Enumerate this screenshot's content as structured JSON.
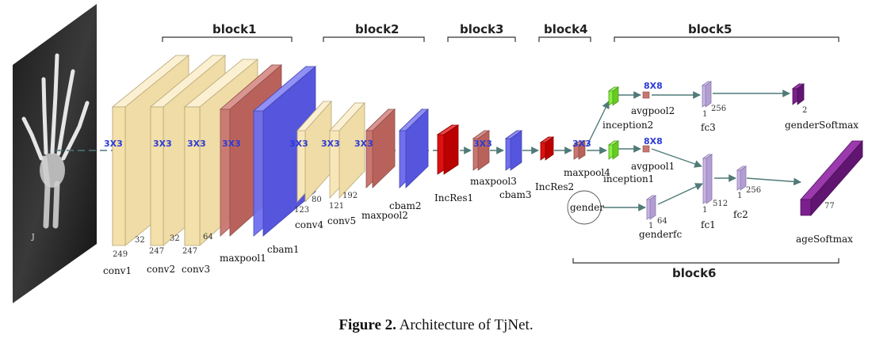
{
  "blocks": {
    "b1": "block1",
    "b2": "block2",
    "b3": "block3",
    "b4": "block4",
    "b5": "block5",
    "b6": "block6"
  },
  "kernels": {
    "k3x3": "3X3",
    "k8x8": "8X8"
  },
  "layers": {
    "conv1": "conv1",
    "conv2": "conv2",
    "conv3": "conv3",
    "maxpool1": "maxpool1",
    "cbam1": "cbam1",
    "conv4": "conv4",
    "conv5": "conv5",
    "maxpool2": "maxpool2",
    "cbam2": "cbam2",
    "incres1": "IncRes1",
    "maxpool3": "maxpool3",
    "cbam3": "cbam3",
    "incres2": "IncRes2",
    "maxpool4": "maxpool4",
    "inception1": "inception1",
    "inception2": "inception2",
    "avgpool1": "avgpool1",
    "avgpool2": "avgpool2",
    "fc1": "fc1",
    "fc2": "fc2",
    "fc3": "fc3",
    "genderfc": "genderfc",
    "gender": "gender",
    "gender_softmax": "genderSoftmax",
    "age_softmax": "ageSoftmax"
  },
  "dims": {
    "d249": "249",
    "d32": "32",
    "d247": "247",
    "d64": "64",
    "d123": "123",
    "d80": "80",
    "d121": "121",
    "d192": "192",
    "d1": "1",
    "d256": "256",
    "d512": "512",
    "d2": "2",
    "d77": "77"
  },
  "caption": {
    "label": "Figure 2.",
    "text": " Architecture of TjNet."
  },
  "colors": {
    "conv": "#f7e6b8",
    "maxpool": "#c97771",
    "cbam": "#6f6ff0",
    "incres": "#dd1111",
    "inception": "#88ee44",
    "fc": "#c9b5e4",
    "softmax": "#7b1f8e",
    "arrow": "#4f7a78",
    "kernel": "#2b3bd6"
  }
}
